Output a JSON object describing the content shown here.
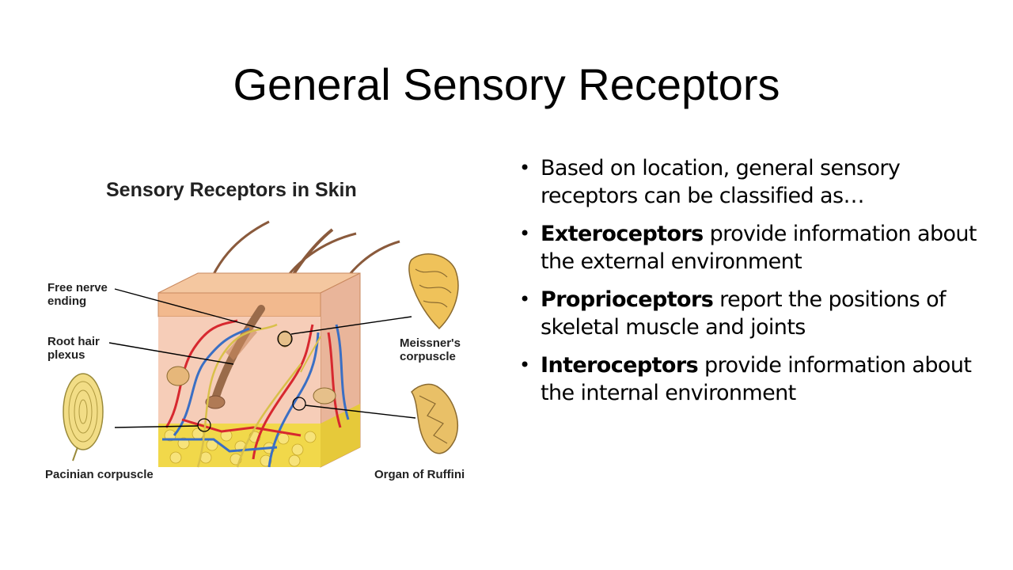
{
  "slide": {
    "title": "General Sensory Receptors",
    "bullet_glyph": "•"
  },
  "figure": {
    "title": "Sensory Receptors in Skin",
    "labels": {
      "free_nerve_1": "Free nerve",
      "free_nerve_2": "ending",
      "root_hair_1": "Root hair",
      "root_hair_2": "plexus",
      "meissner_1": "Meissner's",
      "meissner_2": "corpuscle",
      "pacinian": "Pacinian corpuscle",
      "ruffini": "Organ of Ruffini"
    },
    "colors": {
      "epidermis": "#f2b98e",
      "dermis": "#f6cdb8",
      "fat": "#f1d84a",
      "artery": "#d7282f",
      "vein": "#3a6fc4",
      "nerve": "#d9c04a",
      "hair": "#9a6b4a"
    }
  },
  "bullets": [
    {
      "bold": "",
      "text": "Based on location, general sensory receptors can be classified as…"
    },
    {
      "bold": "Exteroceptors",
      "text": " provide information about the external environment"
    },
    {
      "bold": "Proprioceptors",
      "text": " report the positions of skeletal muscle and joints"
    },
    {
      "bold": "Interoceptors",
      "text": " provide information about the internal environment"
    }
  ]
}
